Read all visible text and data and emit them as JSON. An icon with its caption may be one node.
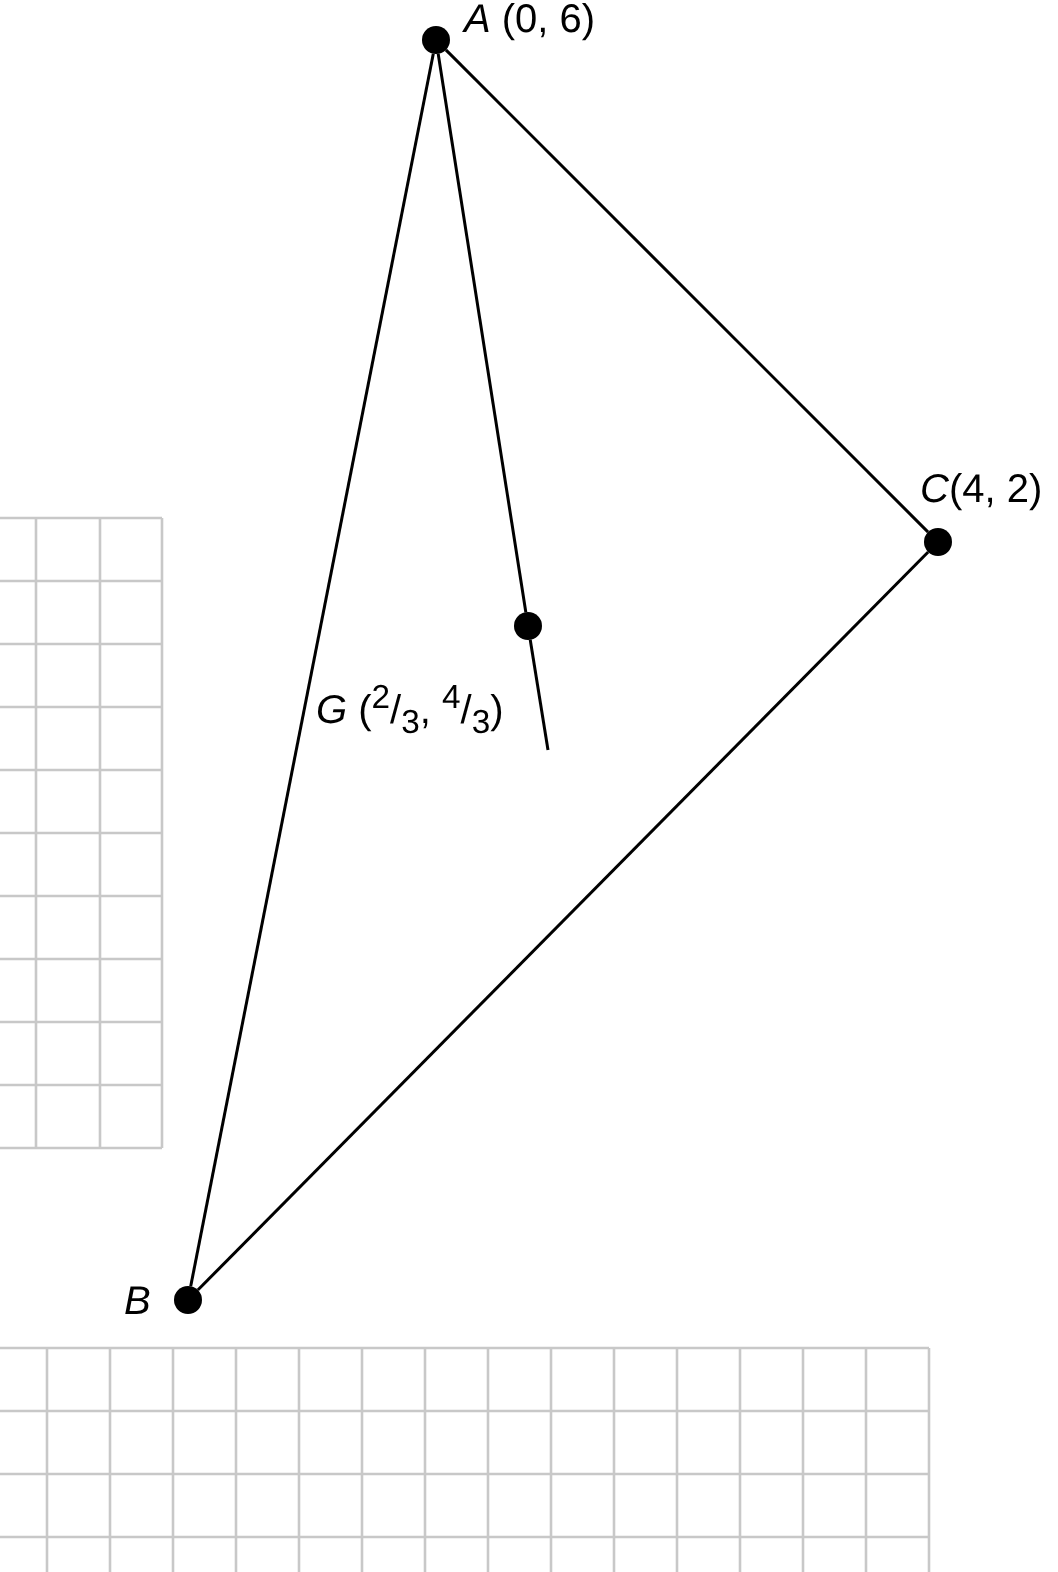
{
  "diagram": {
    "nodes": [
      {
        "text": [
          "*A* (0, 6)"
        ]
      },
      {
        "text": [
          "B"
        ]
      },
      {
        "text": [
          "*C*(4, 2)"
        ]
      },
      {
        "text": [
          "*G* ($^{2}$/$_{3}$, $^{4}$/$_{3}$)"
        ]
      }
    ],
    "edges": [
      {
        "from": 0,
        "to": 1,
        "arrow": "none"
      },
      {
        "from": 0,
        "to": 2,
        "arrow": "none"
      },
      {
        "from": 1,
        "to": 2,
        "arrow": "none"
      },
      {
        "from": 0,
        "to": 3,
        "arrow": "none"
      },
      {
        "from": 3,
        "to": null,
        "arrow": "none"
      }
    ]
  }
}
